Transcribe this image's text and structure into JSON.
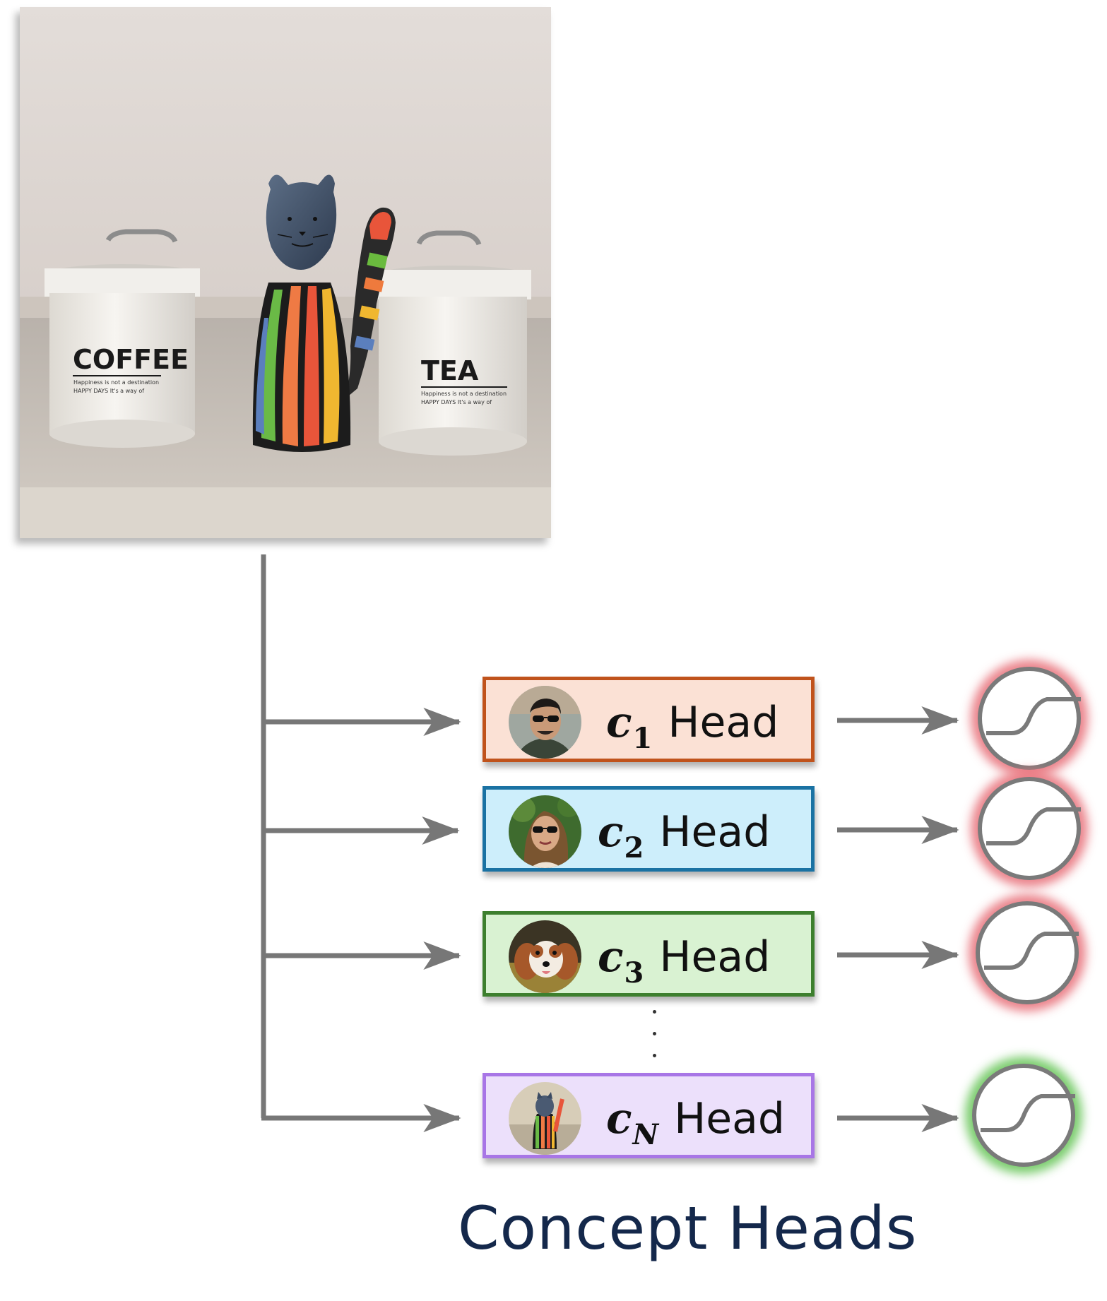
{
  "photo": {
    "canister_left_text": "COFFEE",
    "canister_left_subtext_1": "Happiness is not a destination",
    "canister_left_subtext_2": "HAPPY DAYS It's a way of",
    "canister_right_text": "TEA",
    "canister_right_subtext_1": "Happiness is not a destination",
    "canister_right_subtext_2": "HAPPY DAYS It's a way of"
  },
  "heads": [
    {
      "var": "c",
      "sub": "1",
      "word": "Head",
      "fill": "#fbe1d5",
      "border": "#c0531c",
      "activation": "red",
      "avatar": "person-sunglasses-man"
    },
    {
      "var": "c",
      "sub": "2",
      "word": "Head",
      "fill": "#cdeefb",
      "border": "#1a72a3",
      "activation": "red",
      "avatar": "person-sunglasses-woman"
    },
    {
      "var": "c",
      "sub": "3",
      "word": "Head",
      "fill": "#d9f2d2",
      "border": "#3d7f2e",
      "activation": "red",
      "avatar": "dog"
    },
    {
      "var": "c",
      "sub": "N",
      "word": "Head",
      "fill": "#ece0fb",
      "border": "#a876e6",
      "activation": "green",
      "avatar": "cat-figurine"
    }
  ],
  "caption": "Concept Heads",
  "colors": {
    "wire": "#777777",
    "caption": "#14284b"
  }
}
